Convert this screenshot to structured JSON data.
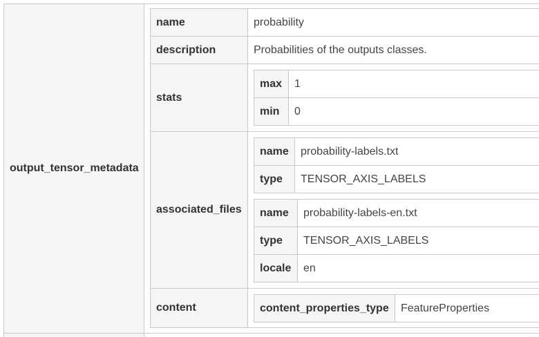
{
  "root": {
    "key": "output_tensor_metadata"
  },
  "name": {
    "key": "name",
    "value": "probability"
  },
  "description": {
    "key": "description",
    "value": "Probabilities of the outputs classes."
  },
  "stats": {
    "key": "stats",
    "max": {
      "key": "max",
      "value": "1"
    },
    "min": {
      "key": "min",
      "value": "0"
    }
  },
  "associated_files": {
    "key": "associated_files",
    "files": [
      {
        "name_key": "name",
        "name_value": "probability-labels.txt",
        "type_key": "type",
        "type_value": "TENSOR_AXIS_LABELS"
      },
      {
        "name_key": "name",
        "name_value": "probability-labels-en.txt",
        "type_key": "type",
        "type_value": "TENSOR_AXIS_LABELS",
        "locale_key": "locale",
        "locale_value": "en"
      }
    ]
  },
  "content": {
    "key": "content",
    "props_key": "content_properties_type",
    "props_value": "FeatureProperties"
  }
}
